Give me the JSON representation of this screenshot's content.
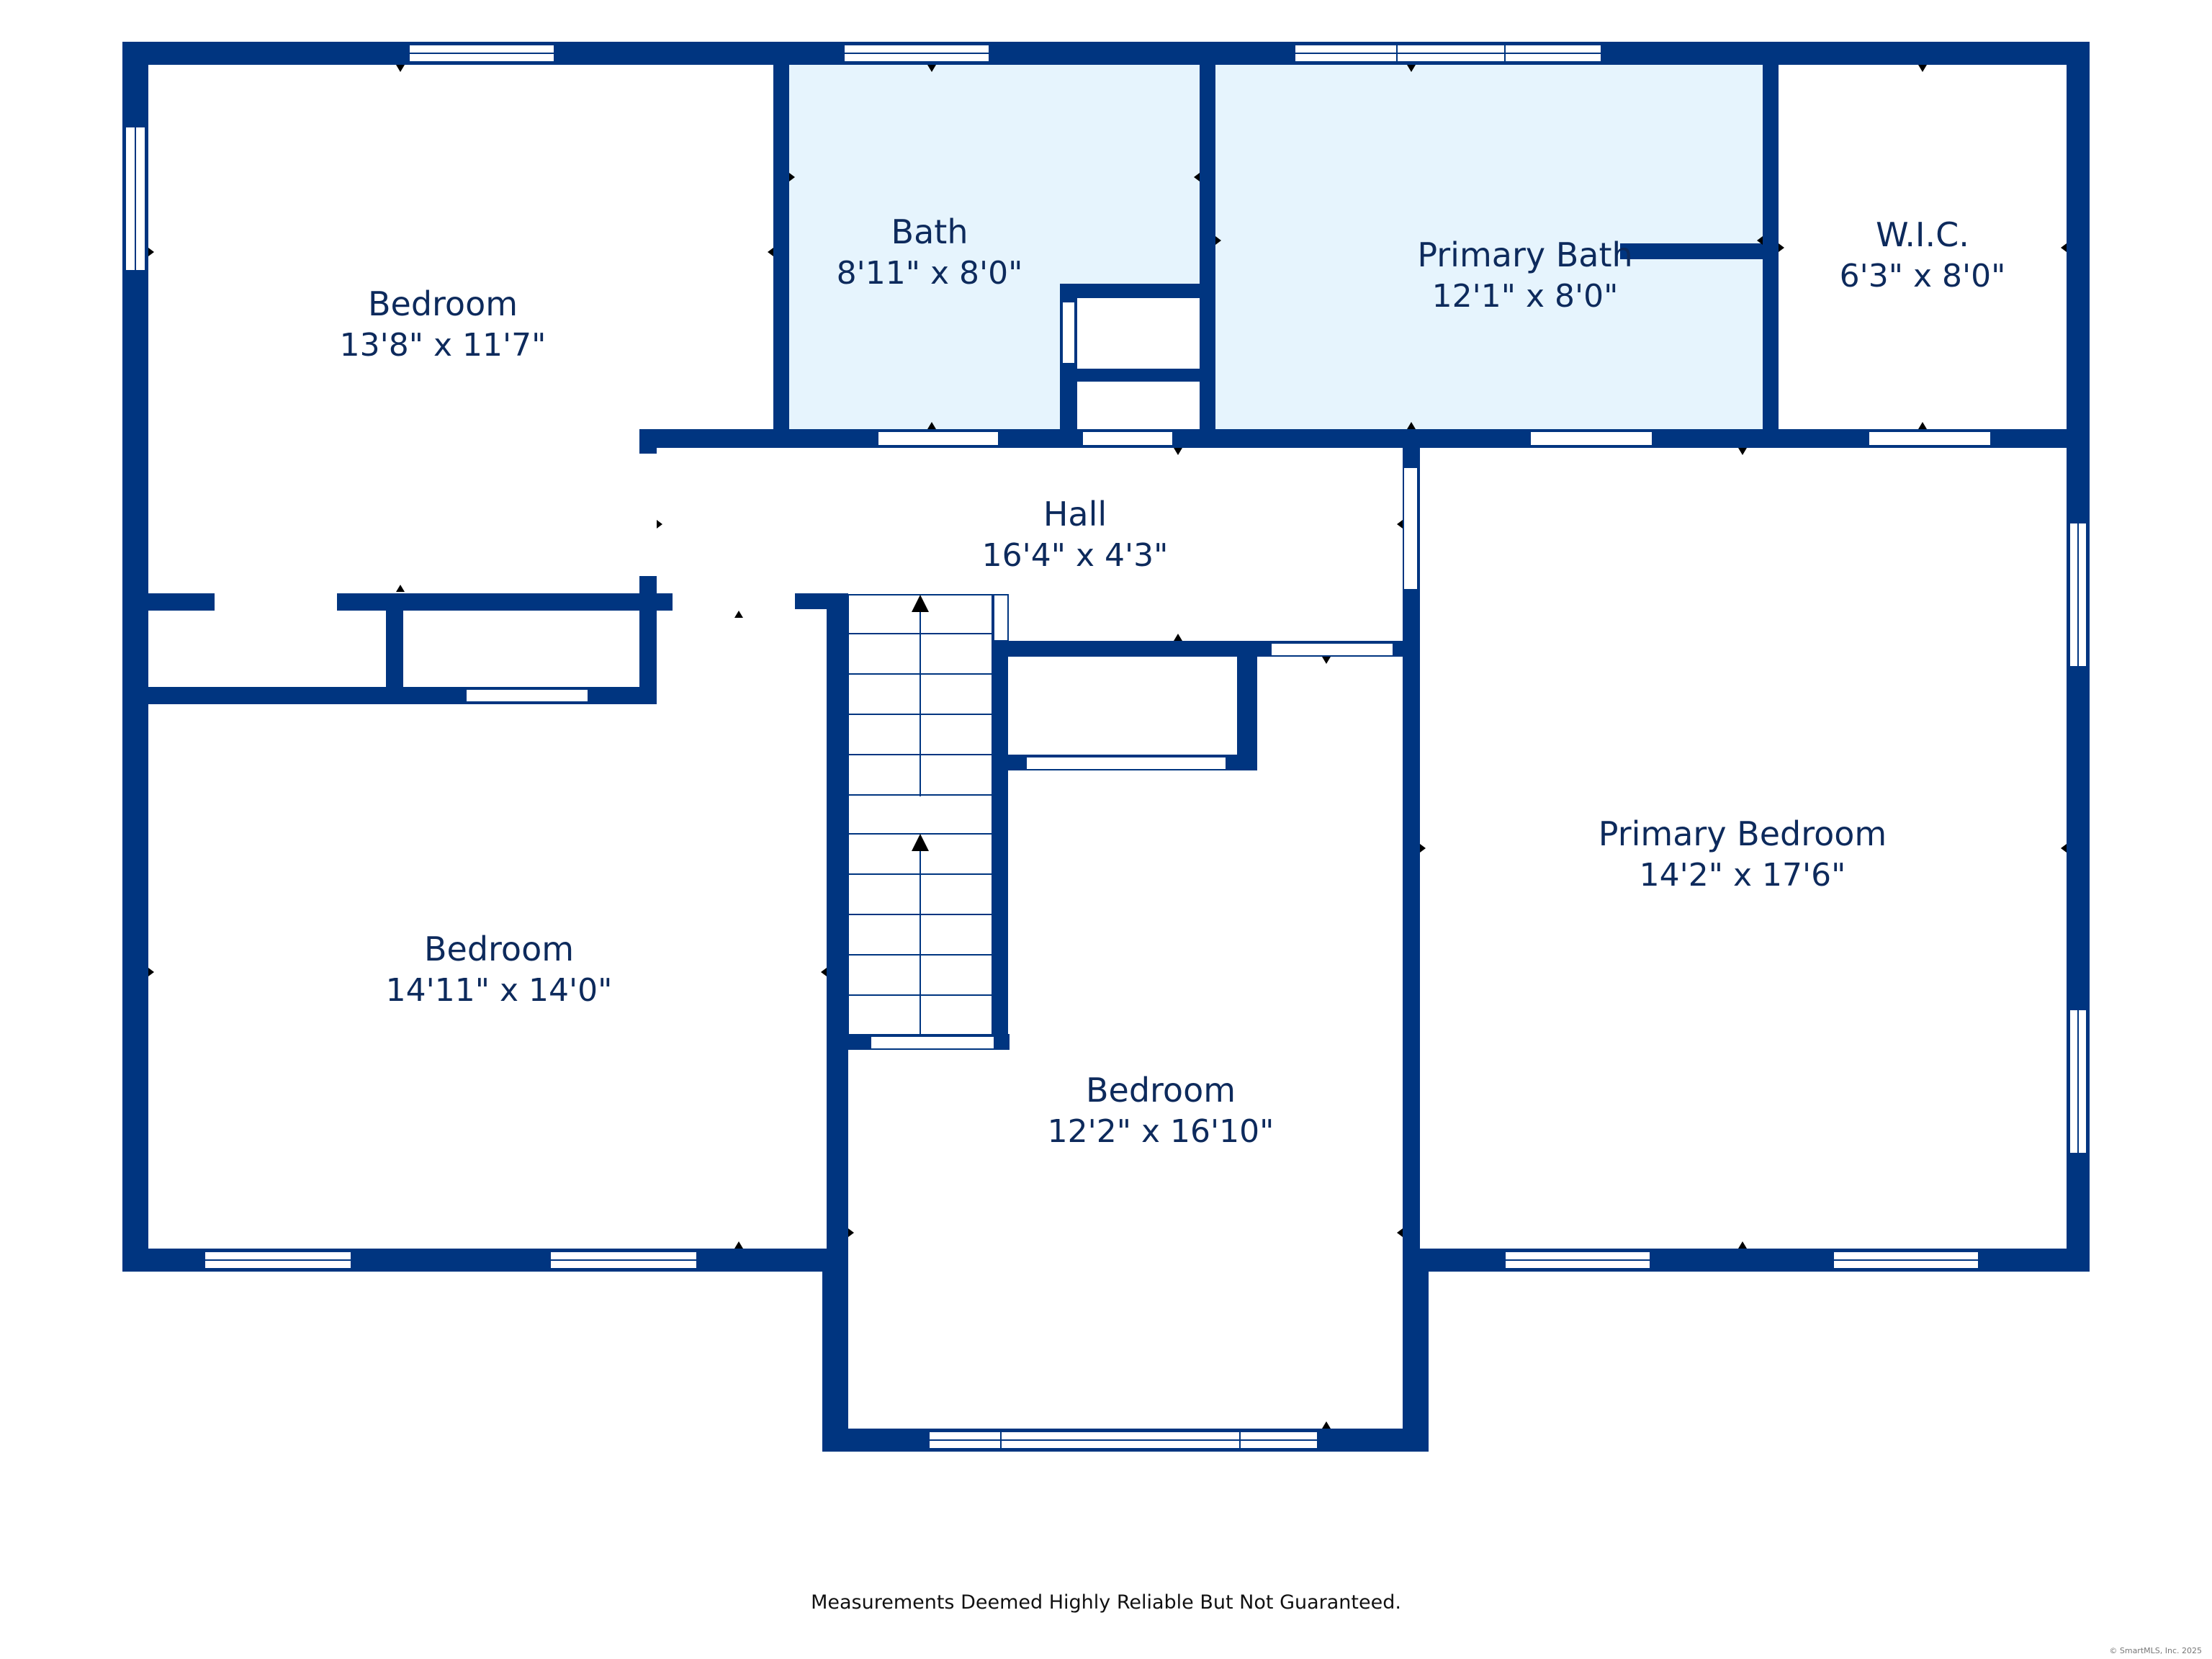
{
  "rooms": [
    {
      "name": "Bedroom",
      "dims": "13'8\" x 11'7\""
    },
    {
      "name": "Bath",
      "dims": "8'11\" x 8'0\""
    },
    {
      "name": "Primary Bath",
      "dims": "12'1\" x 8'0\""
    },
    {
      "name": "W.I.C.",
      "dims": "6'3\" x 8'0\""
    },
    {
      "name": "Hall",
      "dims": "16'4\" x 4'3\""
    },
    {
      "name": "Bedroom",
      "dims": "14'11\" x 14'0\""
    },
    {
      "name": "Primary Bedroom",
      "dims": "14'2\" x 17'6\""
    },
    {
      "name": "Bedroom",
      "dims": "12'2\" x 16'10\""
    }
  ],
  "footer": {
    "disclaimer": "Measurements Deemed Highly Reliable But Not Guaranteed.",
    "copyright": "© SmartMLS, Inc. 2025"
  },
  "colors": {
    "wall": "#003580",
    "bath_fill": "#e6f4fd",
    "text": "#0d2a5c"
  }
}
